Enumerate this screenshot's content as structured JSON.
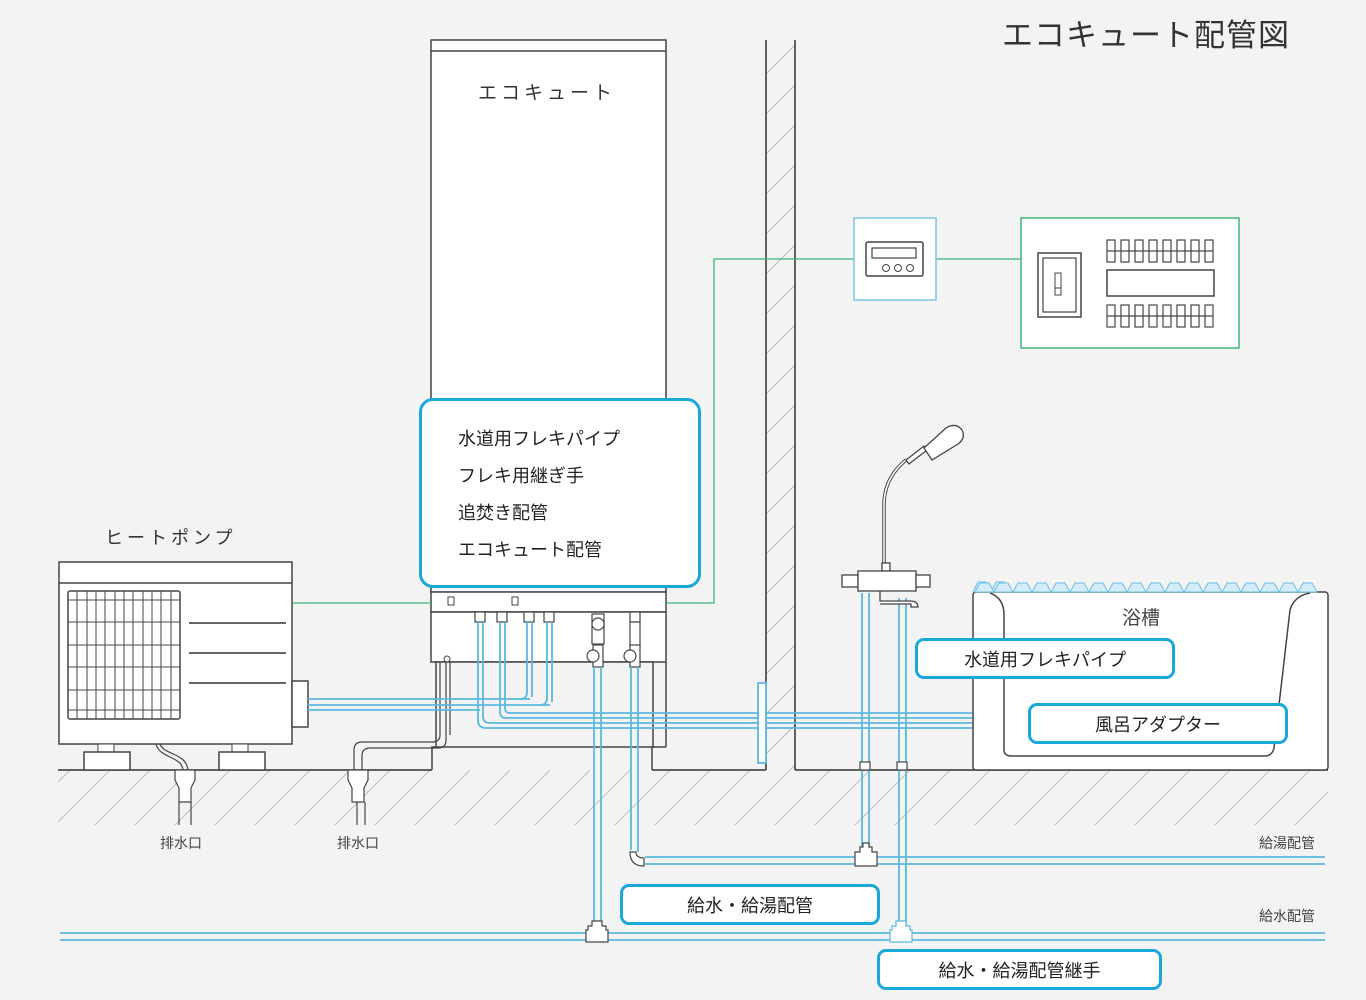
{
  "title": "エコキュート配管図",
  "units": {
    "ecocute": "エコキュート",
    "heat_pump": "ヒートポンプ",
    "bathtub": "浴槽"
  },
  "drains": [
    "排水口",
    "排水口"
  ],
  "pipe_lines": {
    "hot_supply": "給湯配管",
    "water_supply": "給水配管"
  },
  "callouts": {
    "ecocute_parts": [
      "水道用フレキパイプ",
      "フレキ用継ぎ手",
      "追焚き配管",
      "エコキュート配管"
    ],
    "flex_pipe": "水道用フレキパイプ",
    "bath_adapter": "風呂アダプター",
    "supply_piping": "給水・給湯配管",
    "supply_joint": "給水・給湯配管継手"
  },
  "colors": {
    "pipe_blue": "#5bb8e0",
    "callout_border": "#1aa8d8",
    "wire_green": "#3cb878",
    "remote_border": "#7cc4e8"
  }
}
